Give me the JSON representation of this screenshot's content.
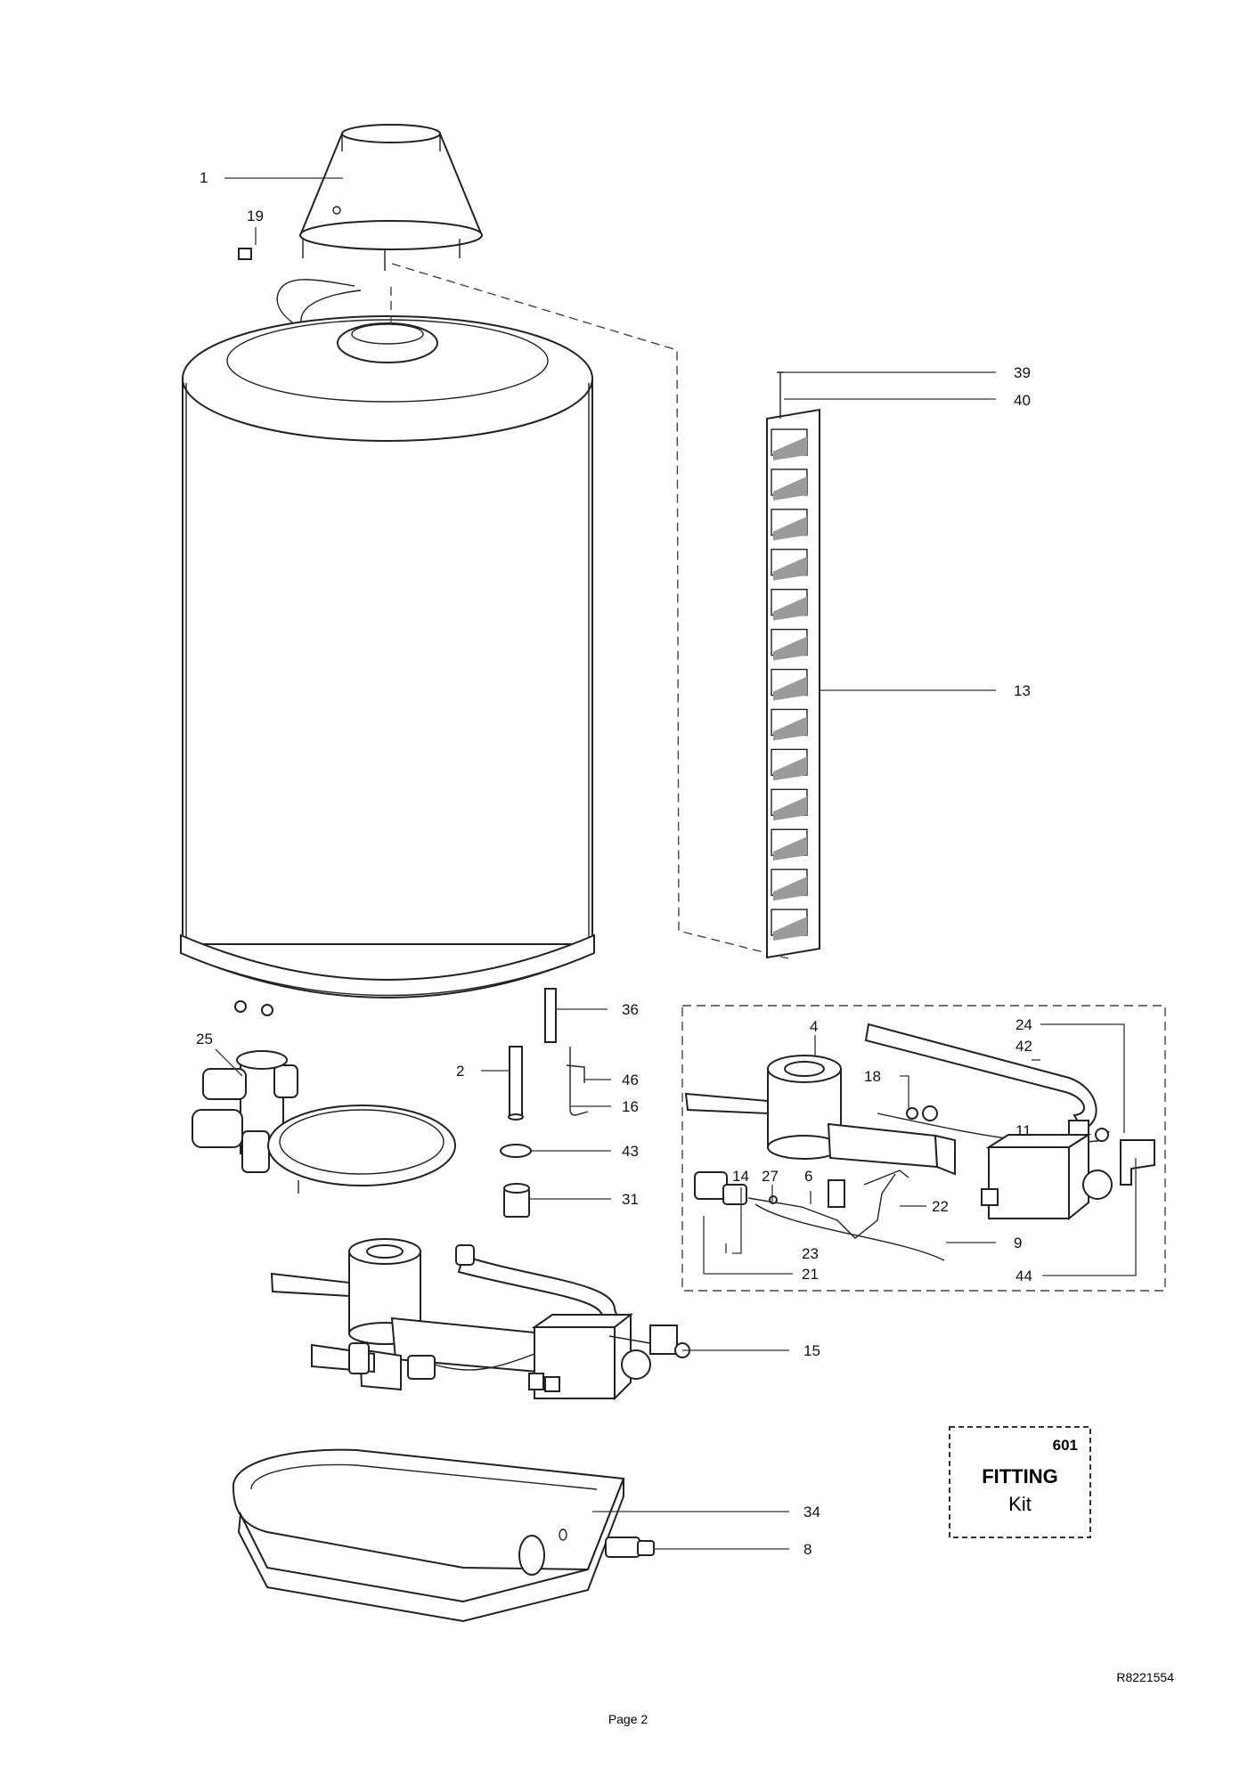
{
  "callouts": [
    {
      "n": "1"
    },
    {
      "n": "19"
    },
    {
      "n": "39"
    },
    {
      "n": "40"
    },
    {
      "n": "13"
    },
    {
      "n": "36"
    },
    {
      "n": "25"
    },
    {
      "n": "2"
    },
    {
      "n": "46"
    },
    {
      "n": "16"
    },
    {
      "n": "43"
    },
    {
      "n": "31"
    },
    {
      "n": "4"
    },
    {
      "n": "24"
    },
    {
      "n": "42"
    },
    {
      "n": "18"
    },
    {
      "n": "11"
    },
    {
      "n": "14"
    },
    {
      "n": "27"
    },
    {
      "n": "6"
    },
    {
      "n": "22"
    },
    {
      "n": "9"
    },
    {
      "n": "23"
    },
    {
      "n": "21"
    },
    {
      "n": "44"
    },
    {
      "n": "15"
    },
    {
      "n": "34"
    },
    {
      "n": "8"
    }
  ],
  "kit": {
    "number": "601",
    "title": "FITTING",
    "subtitle": "Kit"
  },
  "footer": {
    "reference": "R8221554",
    "page": "Page 2"
  }
}
